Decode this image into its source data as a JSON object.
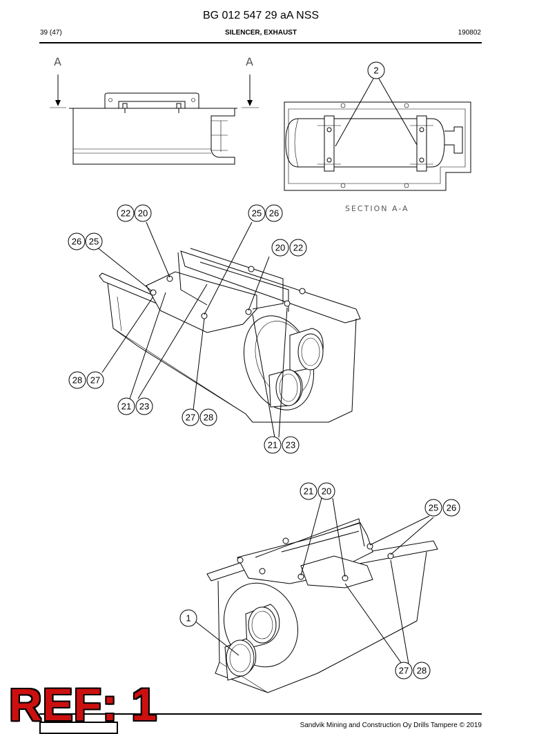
{
  "header": {
    "title": "BG 012 547 29 aA NSS",
    "page": "39 (47)",
    "subtitle": "SILENCER, EXHAUST",
    "date": "190802"
  },
  "views": {
    "section_marker": "A",
    "section_label": "SECTION A-A"
  },
  "callouts": {
    "c2": "2",
    "c22a": "22",
    "c20a": "20",
    "c25a": "25",
    "c26a": "26",
    "c26b": "26",
    "c25b": "25",
    "c20b": "20",
    "c22b": "22",
    "c28a": "28",
    "c27a": "27",
    "c21a": "21",
    "c23a": "23",
    "c27b": "27",
    "c28b": "28",
    "c21b": "21",
    "c23b": "23",
    "c21c": "21",
    "c20c": "20",
    "c25c": "25",
    "c26c": "26",
    "c1": "1",
    "c27c": "27",
    "c28c": "28"
  },
  "footer": {
    "ref": "REF: 1",
    "copyright": "Sandvik Mining and Construction Oy Drills Tampere © 2019"
  }
}
